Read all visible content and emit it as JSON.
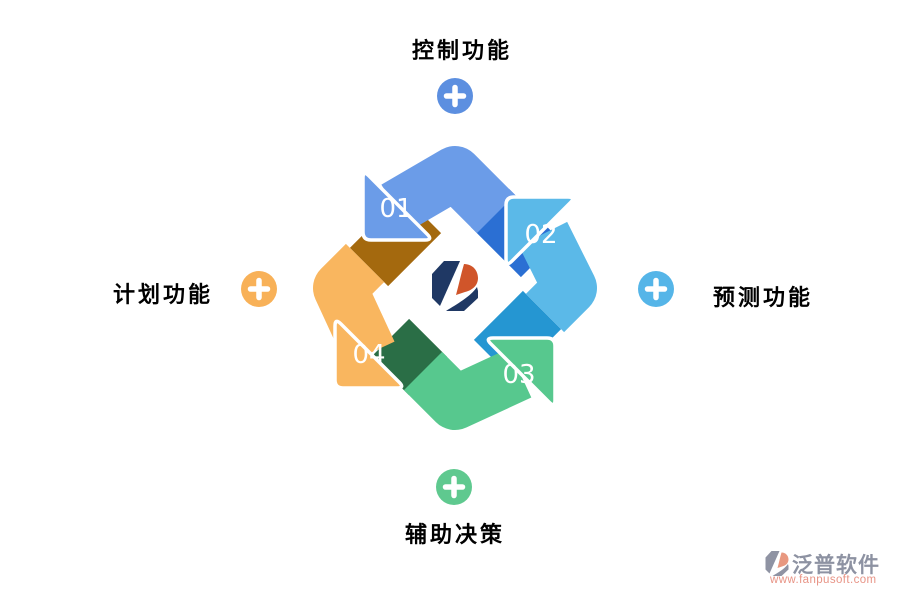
{
  "sections": {
    "top": {
      "label": "控制功能",
      "plus_color": "#5C8FE0"
    },
    "right": {
      "label": "预测功能",
      "plus_color": "#55B5E8"
    },
    "bottom": {
      "label": "辅助决策",
      "plus_color": "#5FC98F"
    },
    "left": {
      "label": "计划功能",
      "plus_color": "#F8B158"
    }
  },
  "diagram": {
    "arrows": [
      {
        "number": "01",
        "color": "#6B9CE8",
        "fold_color": "#2B6FD3"
      },
      {
        "number": "02",
        "color": "#5BB9E8",
        "fold_color": "#2596D2"
      },
      {
        "number": "03",
        "color": "#57C88E",
        "fold_color": "#2A6E46"
      },
      {
        "number": "04",
        "color": "#F9B65F",
        "fold_color": "#A4690E"
      }
    ],
    "center_logo": {
      "navy": "#1F3864",
      "red": "#D0552A"
    }
  },
  "watermark": {
    "brand": "泛普软件",
    "url": "www.fanpusoft.com",
    "brand_color": "#8D92A2",
    "url_color": "#E89486",
    "glyph_gray": "#8F93A3",
    "glyph_salmon": "#E89880"
  }
}
